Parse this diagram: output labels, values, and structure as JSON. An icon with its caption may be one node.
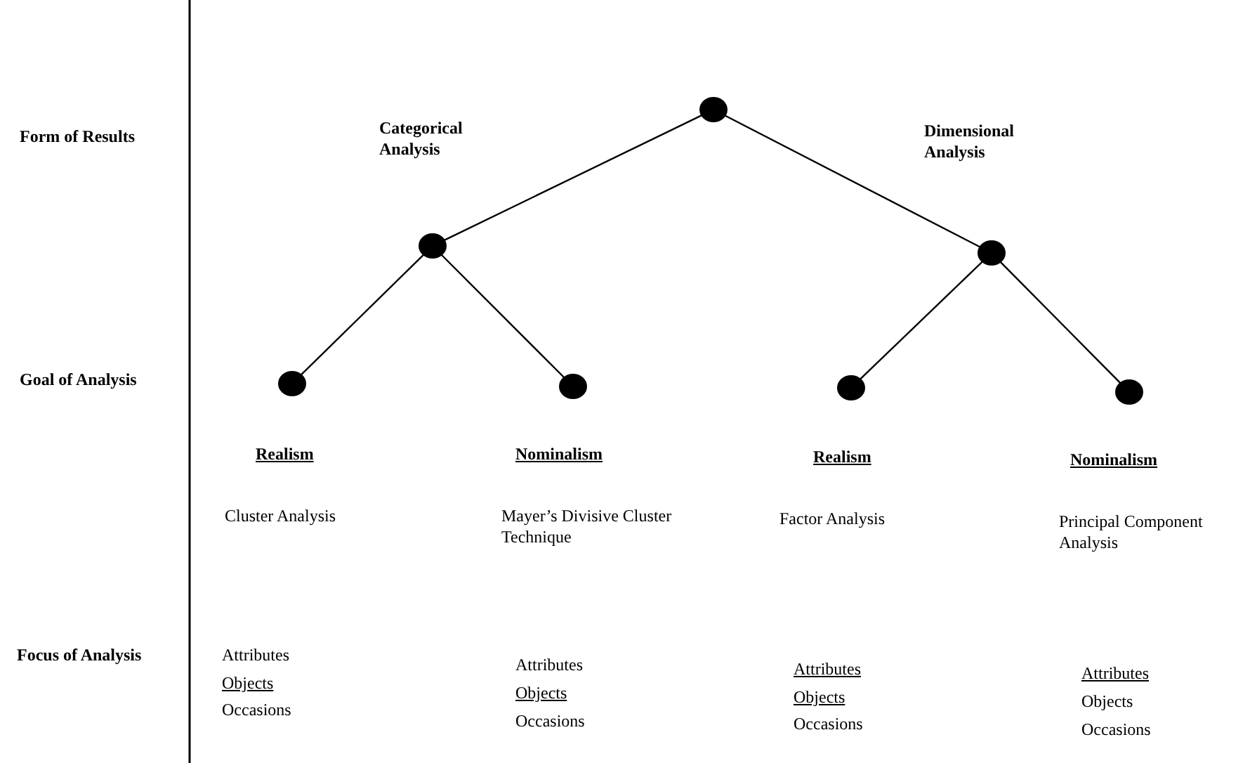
{
  "diagram": {
    "nodes": [
      {
        "text": [],
        "shape": "circle"
      },
      {
        "text": [],
        "shape": "circle"
      },
      {
        "text": [],
        "shape": "circle"
      },
      {
        "text": [],
        "shape": "circle",
        "beside": [
          "Realism"
        ]
      },
      {
        "text": [],
        "shape": "circle",
        "beside": [
          "Nominalism"
        ]
      },
      {
        "text": [],
        "shape": "circle",
        "beside": [
          "Realism"
        ]
      },
      {
        "text": [],
        "shape": "circle",
        "beside": [
          "Nominalism"
        ]
      }
    ],
    "edges": [
      {
        "from": 0,
        "to": 1,
        "arrow": "none",
        "label": "Categorical Analysis"
      },
      {
        "from": 0,
        "to": 2,
        "arrow": "none",
        "label": "Dimensional Analysis"
      },
      {
        "from": 1,
        "to": 3,
        "arrow": "none"
      },
      {
        "from": 1,
        "to": 4,
        "arrow": "none"
      },
      {
        "from": 2,
        "to": 5,
        "arrow": "none"
      },
      {
        "from": 2,
        "to": 6,
        "arrow": "none"
      }
    ],
    "labels": [
      "Form of Results",
      "Goal of Analysis",
      "Cluster Analysis",
      "Mayer’s Divisive Cluster Technique",
      "Factor Analysis",
      "Principal Component Analysis",
      "Focus of Analysis",
      "Attributes",
      "Objects",
      "Occasions",
      "Attributes",
      "Objects",
      "Occasions",
      "Attributes",
      "Objects",
      "Occasions",
      "Attributes",
      "Objects",
      "Occasions"
    ]
  }
}
